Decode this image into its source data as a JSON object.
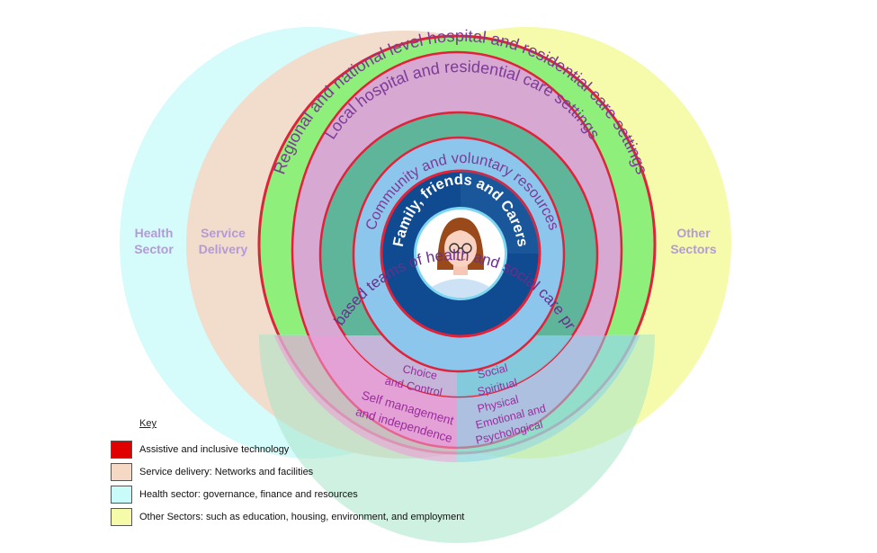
{
  "sectors": {
    "health": [
      "Health",
      "Sector"
    ],
    "service": [
      "Service",
      "Delivery"
    ],
    "other": [
      "Other",
      "Sectors"
    ]
  },
  "rings": {
    "regional": "Regional and national level hospital and residential care settings",
    "local": "Local hospital and residential care settings",
    "community_teams": "Community based teams of health and social care professionals",
    "community_voluntary": "Community and voluntary resources",
    "family": "Family, friends and Carers"
  },
  "lower_left": {
    "inner": [
      "Choice",
      "and Control"
    ],
    "outer": [
      "Self management",
      "and independence"
    ]
  },
  "lower_right": [
    "Social",
    "Spiritual",
    "Physical",
    "Emotional and",
    "Psychological"
  ],
  "key": {
    "title": "Key",
    "items": [
      {
        "color": "#e00000",
        "label": "Assistive and inclusive technology"
      },
      {
        "color": "#f5d9c5",
        "label": "Service delivery: Networks and facilities"
      },
      {
        "color": "#c9fbfb",
        "label": "Health sector: governance, finance and resources"
      },
      {
        "color": "#f5fba8",
        "label": "Other Sectors: such as education, housing, environment, and employment"
      }
    ]
  },
  "icon": "person-avatar-icon"
}
